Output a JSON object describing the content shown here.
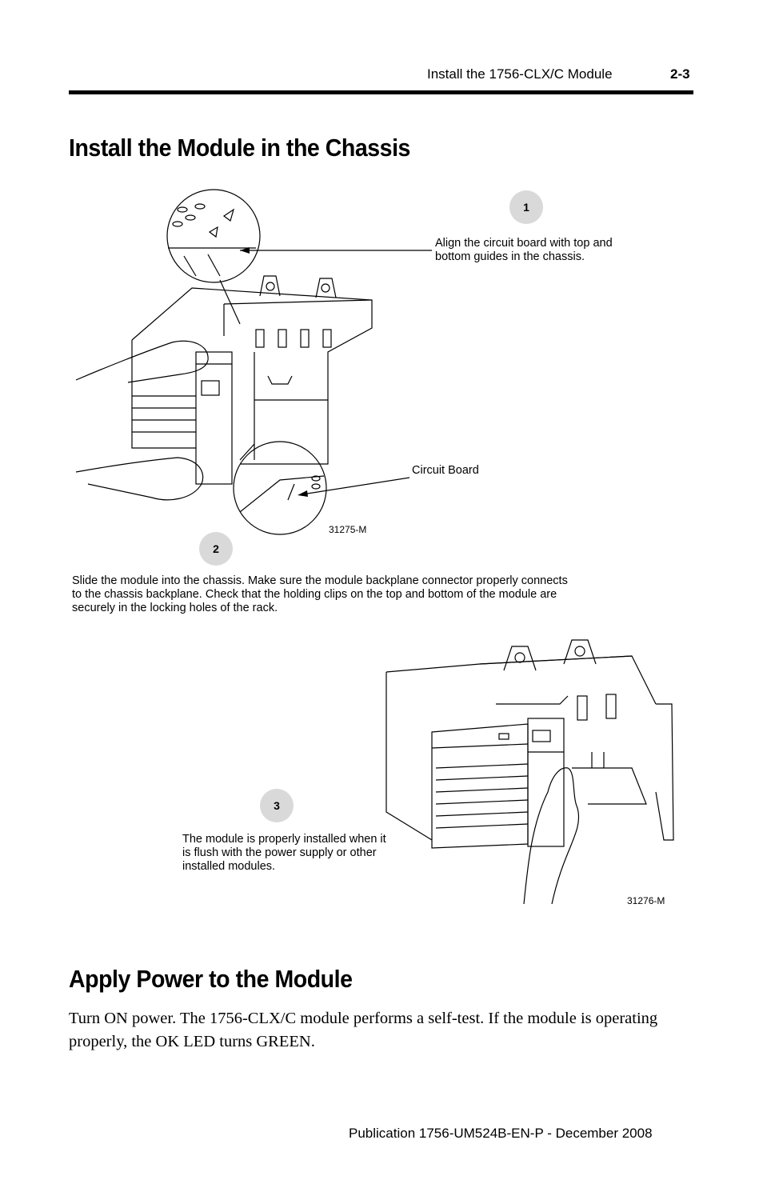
{
  "header": {
    "title": "Install the 1756-CLX/C Module",
    "page_number": "2-3"
  },
  "section1": {
    "heading": "Install the Module in the Chassis",
    "figure1": {
      "step1_number": "1",
      "step1_text": "Align the circuit board with top and bottom guides in the chassis.",
      "circuit_board_label": "Circuit Board",
      "figure_id": "31275-M",
      "step2_number": "2",
      "step2_text": "Slide the module into the chassis. Make sure the module backplane connector properly connects to the chassis backplane. Check that the holding clips on the top and bottom of the module are securely in the locking holes of the rack."
    },
    "figure2": {
      "step3_number": "3",
      "step3_text": "The module is properly installed when it is flush with the power supply or other installed modules.",
      "figure_id": "31276-M"
    }
  },
  "section2": {
    "heading": "Apply Power to the Module",
    "body": "Turn ON power. The 1756-CLX/C module performs a self-test. If the module is operating properly, the OK LED turns GREEN."
  },
  "footer": {
    "publication": "Publication 1756-UM524B-EN-P - December 2008"
  }
}
